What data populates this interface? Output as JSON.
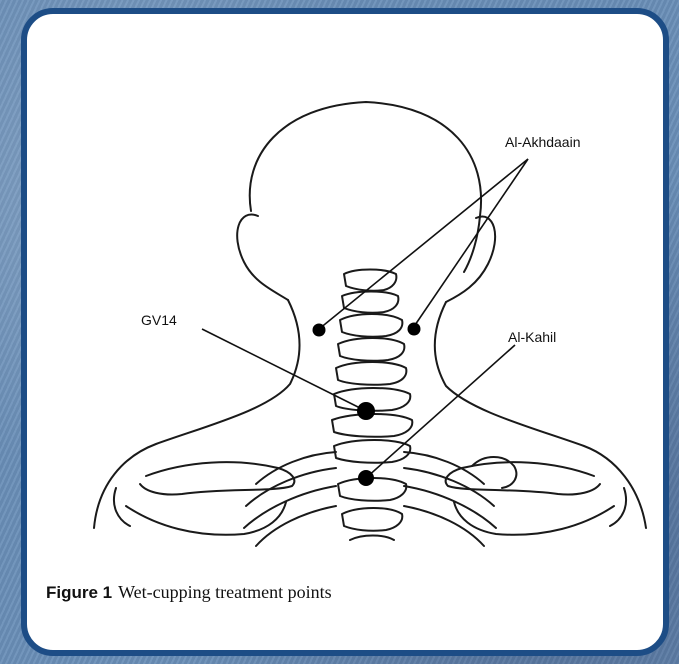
{
  "labels": {
    "al_akhdaain": "Al-Akhdaain",
    "gv14": "GV14",
    "al_kahil": "Al-Kahil"
  },
  "caption": {
    "figure": "Figure 1",
    "text": "Wet-cupping treatment points"
  },
  "colors": {
    "frame": "#1d4d86",
    "background": "#6a8fb8",
    "ink": "#111111"
  }
}
